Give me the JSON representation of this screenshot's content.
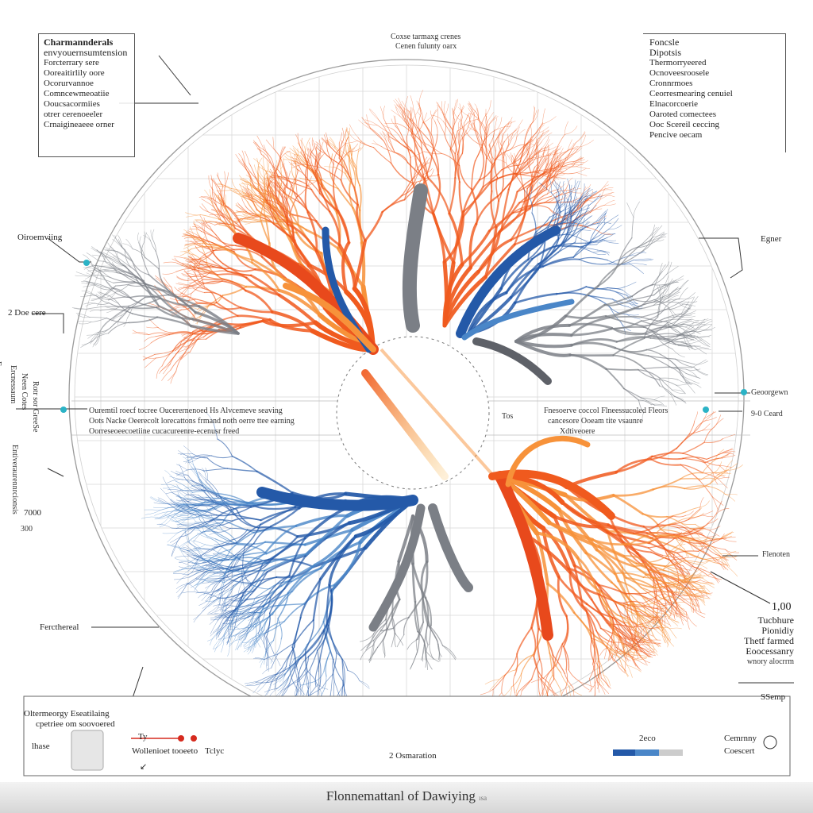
{
  "colors": {
    "orange": "#f05a1e",
    "orange_light": "#f7923a",
    "blue": "#2459a8",
    "blue_light": "#4a86c8",
    "gray": "#7b7f86",
    "teal": "#2bb3c6",
    "red": "#d62a1e"
  },
  "top_left_box": {
    "title": "Charmannderals",
    "subtitle": "envyouernsumtension",
    "lines": [
      "Forcterrary sere",
      "Ooreaitirlily oore",
      "Ocorurvannoe",
      "Comncewmeoatiie",
      "Ooucsacormiies",
      "otrer cerenoeeler",
      "Crnaigineaeee orner"
    ]
  },
  "top_center": {
    "line1": "Coxse tarmaxg crenes",
    "line2": "Cenen fulunty oarx"
  },
  "top_right_box": {
    "title": "Foncsle",
    "subtitle": "Dipotsis",
    "lines": [
      "Thermorryeered",
      "Ocnoveesroosele",
      "Cronnrmoes",
      "Ceorresmearing cenuiel",
      "Elnacorcoerie",
      "Oaroted comectees",
      "Ooc Scereil ceccing",
      "Pencive oecam"
    ]
  },
  "left_labels": {
    "l1": "Oiroemviing",
    "l2": "2 Doe cere",
    "l3": "Fercthereal",
    "vertical": [
      "Ercnessaum",
      "Neen Cotes",
      "Rotr sor GreeSe",
      "Entiveraurennrcionsis",
      "7000",
      "300"
    ]
  },
  "right_labels": {
    "r1": "Egner",
    "r2": "Geoorgewn",
    "r3": "9-0 Ceard",
    "r4": "Flenoten",
    "r5": "1,00",
    "r6_lines": [
      "Tucbhure",
      "Pionidiy",
      "Thetf farmed",
      "Eoocessanry",
      "wnory alocrrm"
    ],
    "r7": "SSemp"
  },
  "middle_left": {
    "line1": "Ouremtil roecf tocree  Oucerernenoed Hs Alvcemeve seaving",
    "line2": "Oots Nacke Oeerecolt  lorecattons frmand noth oerre ttee earning",
    "line3": "Oorreseoeecoetiine  cucacureenre-ecenusr freed"
  },
  "middle_right": {
    "line1": "Fnesoerve coccol Flneessucoled Fleors",
    "line2": "cancesore Ooeam tite vsaunre",
    "line3": "Xdtiveoere",
    "marker": "Tos"
  },
  "bottom_left": {
    "line1": "Oltermeorgy Eseatilaing",
    "line2": "cpetriee om soovoered"
  },
  "legend": {
    "left_label": "lhase",
    "center_label_1": "Ty",
    "center_label_2": "Wollenioet tooeeto",
    "center_label_3": "Tclyc",
    "arrow": "↙",
    "bottom_center": "2 Osmaration",
    "right_value": "2eco",
    "right_label_1": "Cemrnny",
    "right_label_2": "Coescert"
  },
  "footer": {
    "title": "Flonnemattanl of Dawiying",
    "suffix": "ısa"
  }
}
